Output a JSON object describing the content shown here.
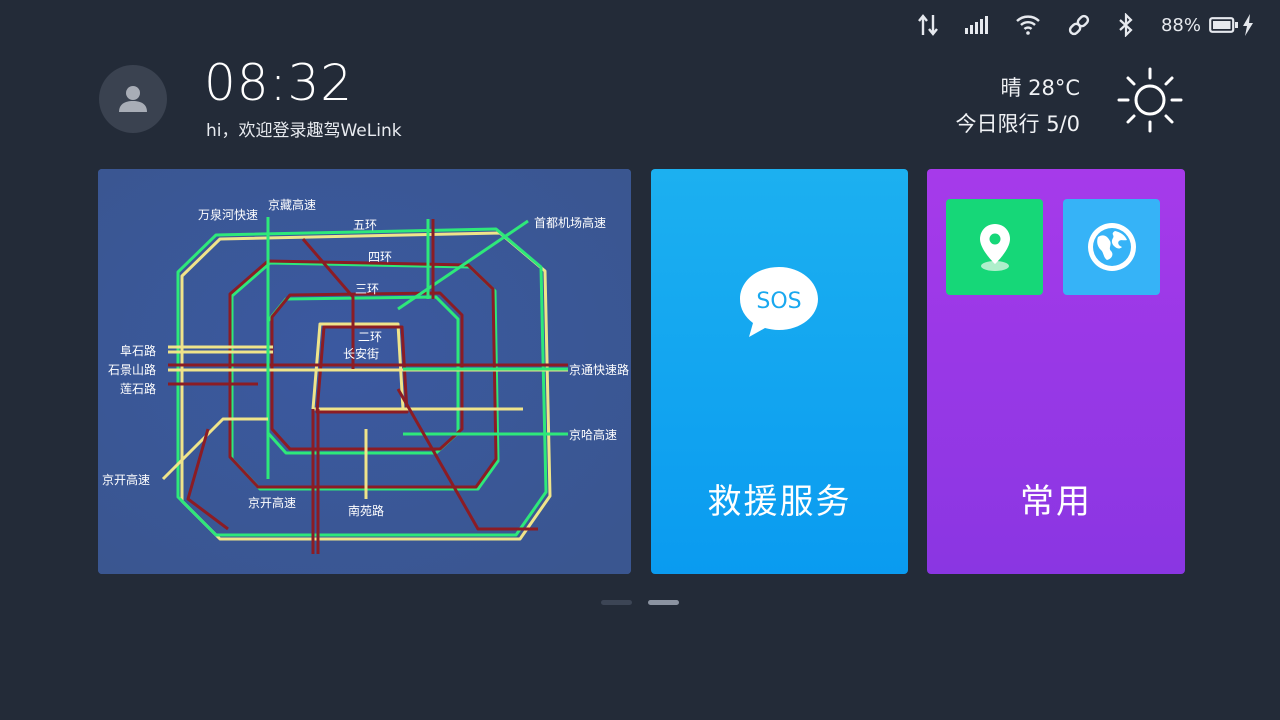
{
  "status_bar": {
    "icons": [
      "data-transfer-icon",
      "signal-icon",
      "wifi-icon",
      "link-icon",
      "bluetooth-icon",
      "battery-icon",
      "charging-icon"
    ],
    "battery_percent": "88%"
  },
  "header": {
    "time": "08:32",
    "welcome": "hi，欢迎登录趣驾WeLink",
    "weather_line": "晴 28°C",
    "restriction_line": "今日限行 5/0",
    "weather_icon": "sun-icon"
  },
  "map_card": {
    "labels": {
      "wanquanhe": "万泉河快速",
      "jingzang": "京藏高速",
      "wuhuan": "五环",
      "shoudu": "首都机场高速",
      "sihuan": "四环",
      "sanhuan": "三环",
      "erhuan": "二环",
      "changan": "长安街",
      "fushi": "阜石路",
      "shijingshan": "石景山路",
      "lianshi": "莲石路",
      "jingtong": "京通快速路",
      "jingha": "京哈高速",
      "jingkai_left": "京开高速",
      "jingkai": "京开高速",
      "nanyuan": "南苑路"
    },
    "traffic_colors": {
      "red": "#8b1c24",
      "yellow": "#efe48a",
      "green": "#2ee87a"
    }
  },
  "sos_card": {
    "bubble_text": "SOS",
    "title": "救援服务"
  },
  "fav_card": {
    "title": "常用",
    "apps": [
      {
        "icon": "map-pin-icon"
      },
      {
        "icon": "globe-icon"
      }
    ]
  },
  "pager": {
    "count": 2,
    "active_index": 1
  }
}
